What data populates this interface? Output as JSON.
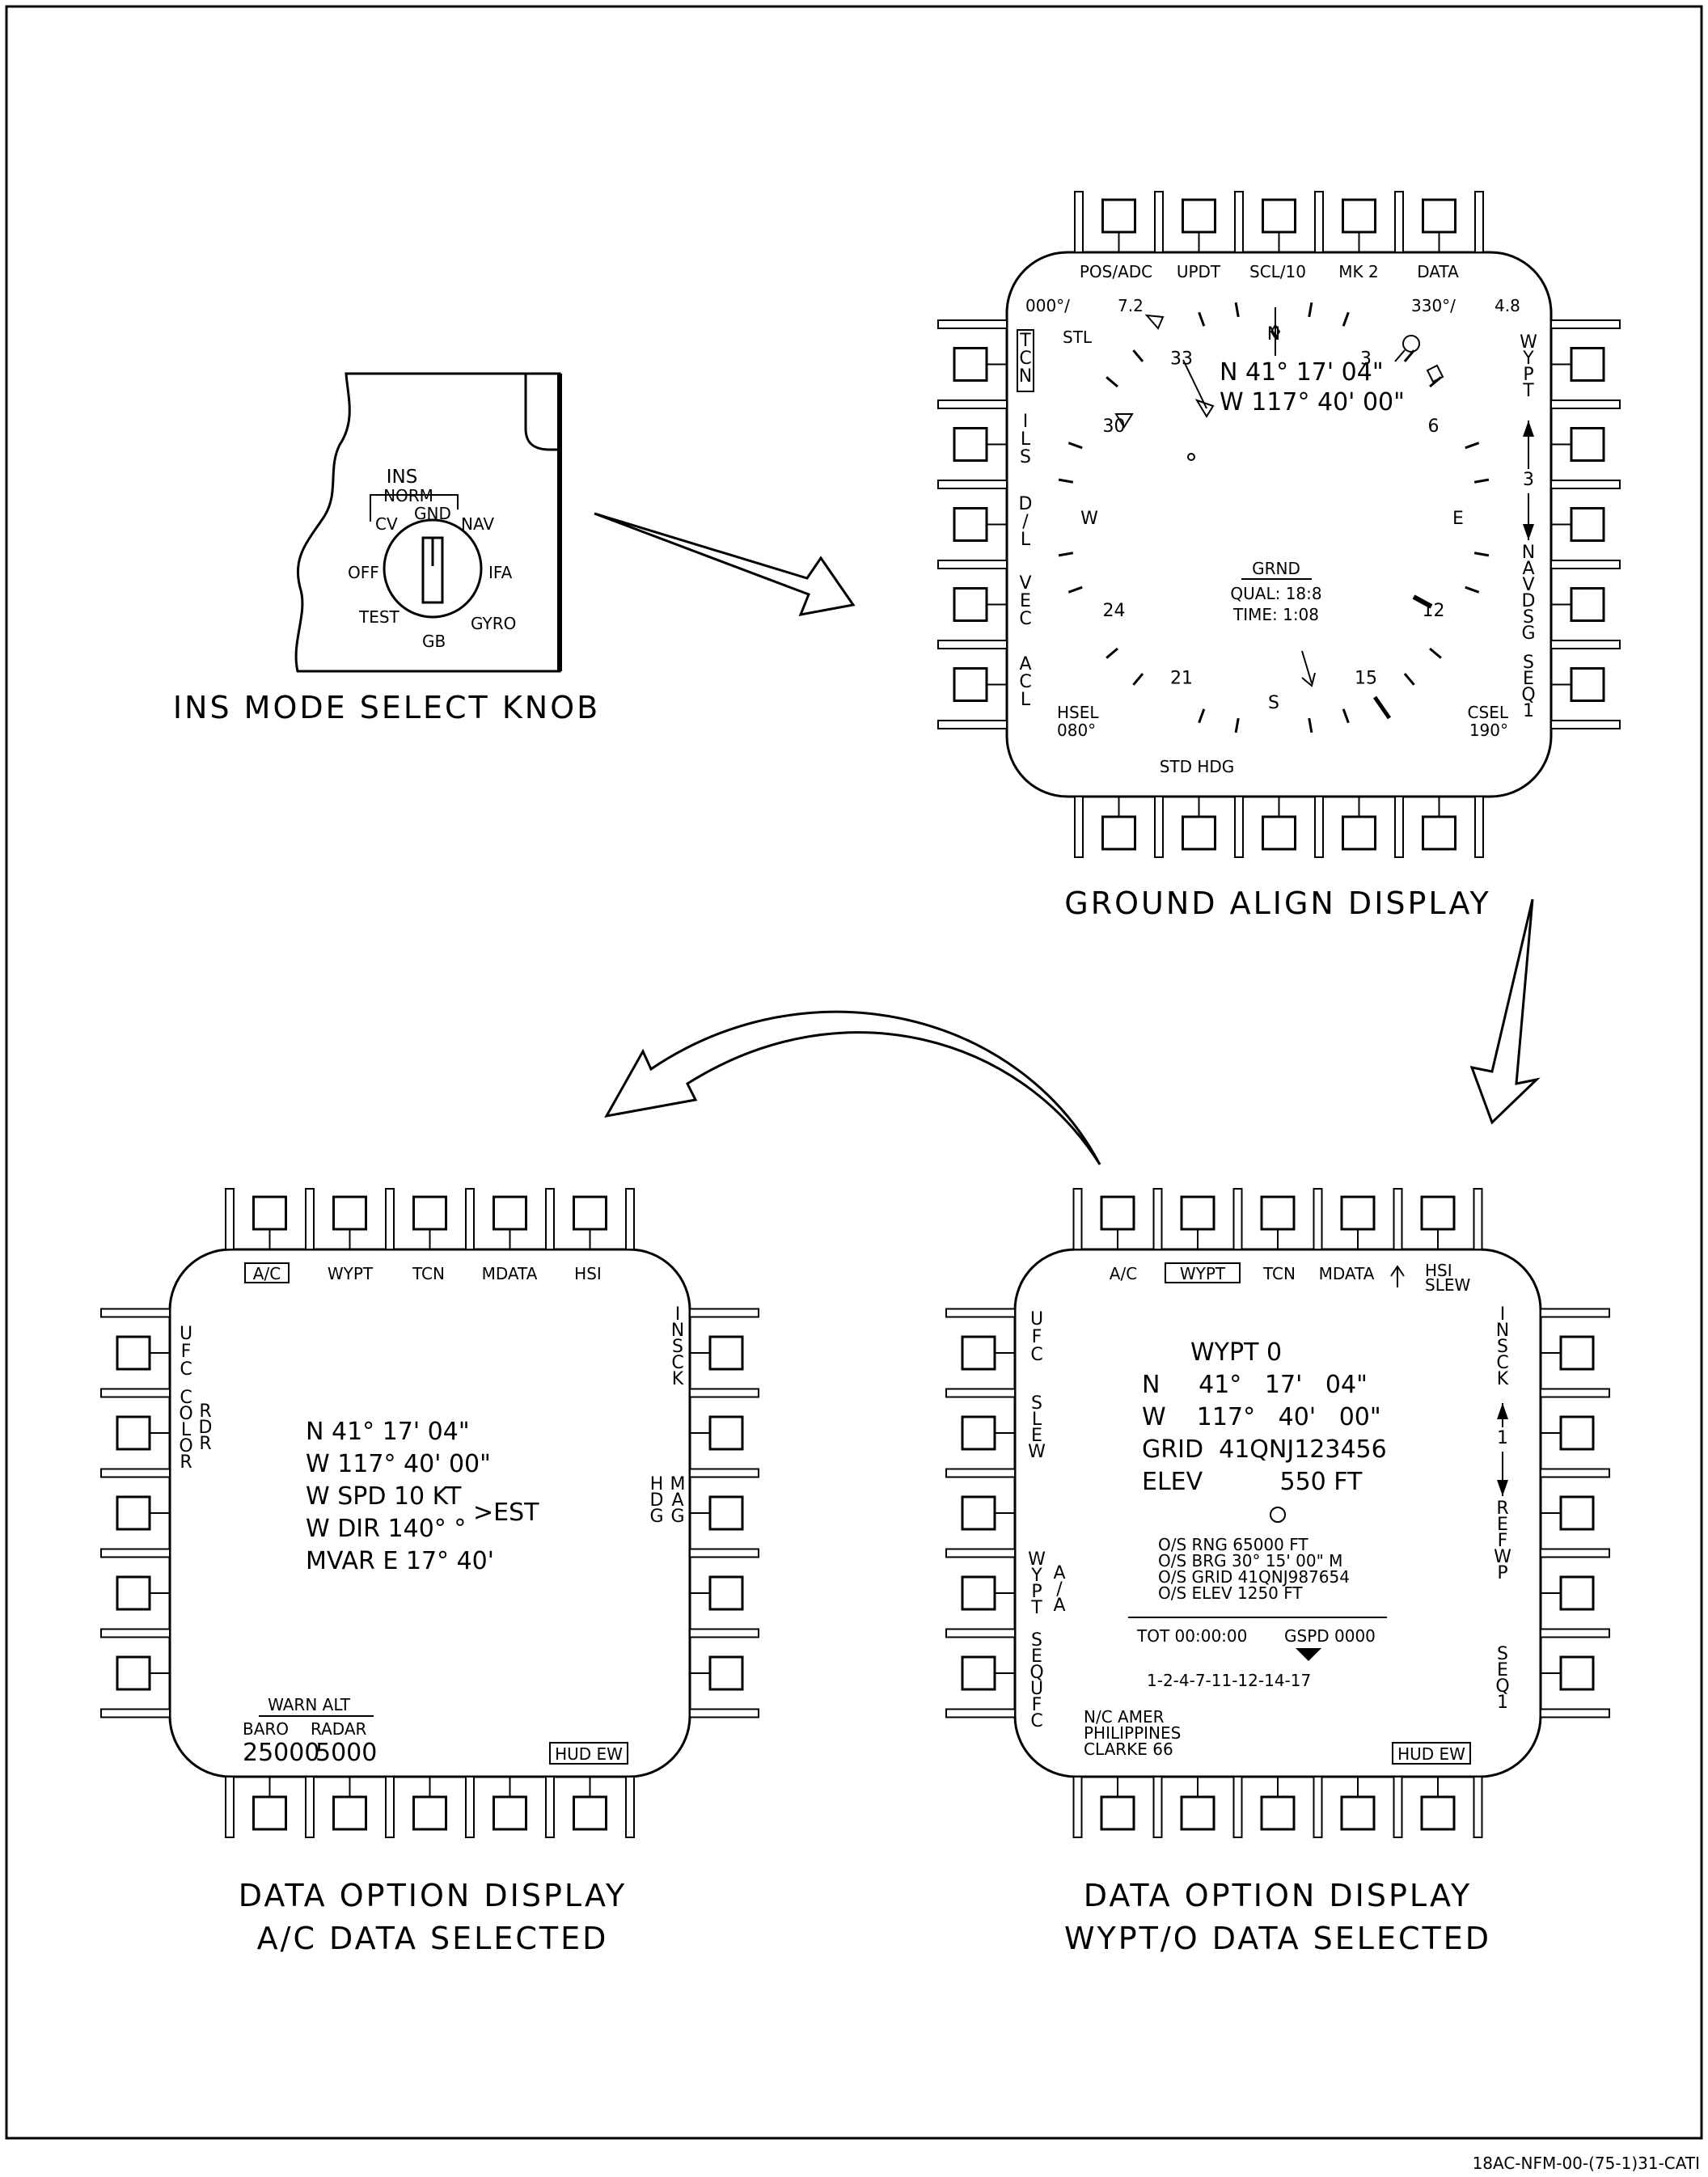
{
  "figure_id": "18AC-NFM-00-(75-1)31-CATI",
  "knob": {
    "caption": "INS MODE SELECT KNOB",
    "title": "INS",
    "norm": "NORM",
    "positions": [
      "OFF",
      "CV",
      "GND",
      "NAV",
      "IFA",
      "GYRO",
      "GB",
      "TEST"
    ]
  },
  "ground_align": {
    "caption": "GROUND ALIGN DISPLAY",
    "top_buttons": [
      "POS/ADC",
      "UPDT",
      "SCL/10",
      "MK 2",
      "DATA"
    ],
    "left_options": [
      "TCN",
      "ILS",
      "D/L",
      "VEC",
      "ACL"
    ],
    "right_wypt": "WYPT",
    "right_num": "3",
    "right_navdsg": "NAVDSG",
    "right_seq": "SEQ1",
    "tl_brg": "000°/",
    "tl_rng": "7.2",
    "tr_brg": "330°/",
    "tr_rng": "4.8",
    "stl": "STL",
    "lat": "N 41° 17' 04\"",
    "lon": "W 117° 40' 00\"",
    "status_title": "GRND",
    "qual": "QUAL: 18:8",
    "time": "TIME: 1:08",
    "hsel_label": "HSEL",
    "hsel_value": "080°",
    "csel_label": "CSEL",
    "csel_value": "190°",
    "bottom_label": "STD HDG",
    "compass": [
      "N",
      "3",
      "6",
      "E",
      "12",
      "15",
      "S",
      "21",
      "24",
      "W",
      "30",
      "33"
    ]
  },
  "ac_display": {
    "caption_line1": "DATA OPTION DISPLAY",
    "caption_line2": "A/C DATA SELECTED",
    "top_buttons": [
      "A/C",
      "WYPT",
      "TCN",
      "MDATA",
      "HSI"
    ],
    "left_ufc": "UFC",
    "left_color": "COLOR",
    "left_rdr": "RDR",
    "right_insck": "INSCK",
    "right_hdg": "HDG",
    "right_mag": "MAG",
    "lat": "N  41° 17' 04\"",
    "lon": "W 117° 40' 00\"",
    "wspd": "W SPD  10  KT",
    "wdir": "W DIR 140°  °",
    "est": "EST",
    "mvar": "MVAR E 17° 40'",
    "warn_alt": "WARN ALT",
    "baro_label": "BARO",
    "radar_label": "RADAR",
    "baro_value": "25000",
    "radar_value": "5000",
    "hud_ew": "HUD EW"
  },
  "wypt_display": {
    "caption_line1": "DATA OPTION DISPLAY",
    "caption_line2": "WYPT/O DATA SELECTED",
    "top_buttons": [
      "A/C",
      "WYPT",
      "TCN",
      "MDATA",
      "HSI SLEW"
    ],
    "left_ufc": "UFC",
    "left_slew": "SLEW",
    "left_wypt": "WYPT",
    "left_aa": "A/A",
    "left_sequfc": "SEQUFC",
    "right_insck": "INSCK",
    "right_num": "1",
    "right_refwp": "REFWP",
    "right_seq": "SEQ1",
    "title": "WYPT 0",
    "lat": "N     41°   17'   04\"",
    "lon": "W    117°   40'   00\"",
    "grid": "GRID  41QNJ123456",
    "elev": "ELEV          550 FT",
    "os_rng": "O/S RNG  65000 FT",
    "os_brg": "O/S BRG  30° 15' 00\" M",
    "os_grid": "O/S GRID 41QNJ987654",
    "os_elev": "O/S ELEV 1250 FT",
    "tot": "TOT 00:00:00",
    "gspd": "GSPD 0000",
    "sequence": "1-2-4-7-11-12-14-17",
    "nc_line1": "N/C AMER",
    "nc_line2": "PHILIPPINES",
    "nc_line3": "CLARKE 66",
    "hud_ew": "HUD EW"
  }
}
